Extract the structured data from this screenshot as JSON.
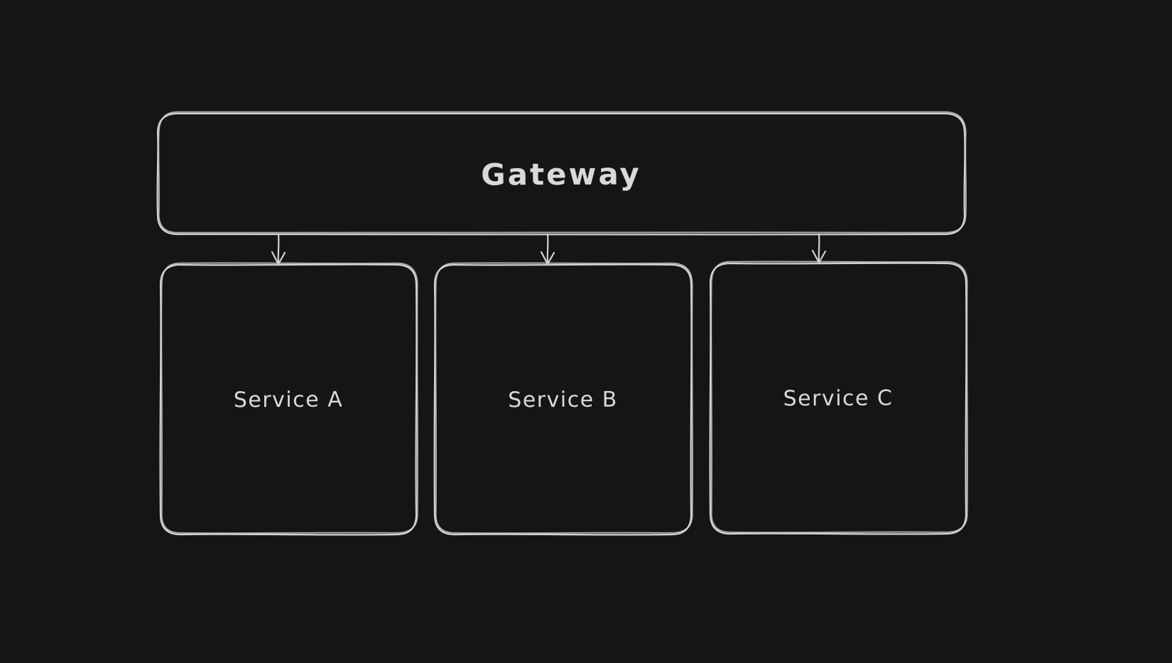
{
  "diagram": {
    "style": {
      "background_color": "#151515",
      "stroke_color": "#d2d2d2",
      "text_color": "#d9d9d9"
    },
    "nodes": [
      {
        "id": "gateway",
        "label": "Gateway"
      },
      {
        "id": "service-a",
        "label": "Service A"
      },
      {
        "id": "service-b",
        "label": "Service B"
      },
      {
        "id": "service-c",
        "label": "Service C"
      }
    ],
    "edges": [
      {
        "from": "gateway",
        "to": "service-a",
        "arrowhead": "arrow"
      },
      {
        "from": "gateway",
        "to": "service-b",
        "arrowhead": "arrow"
      },
      {
        "from": "gateway",
        "to": "service-c",
        "arrowhead": "arrow"
      }
    ]
  }
}
